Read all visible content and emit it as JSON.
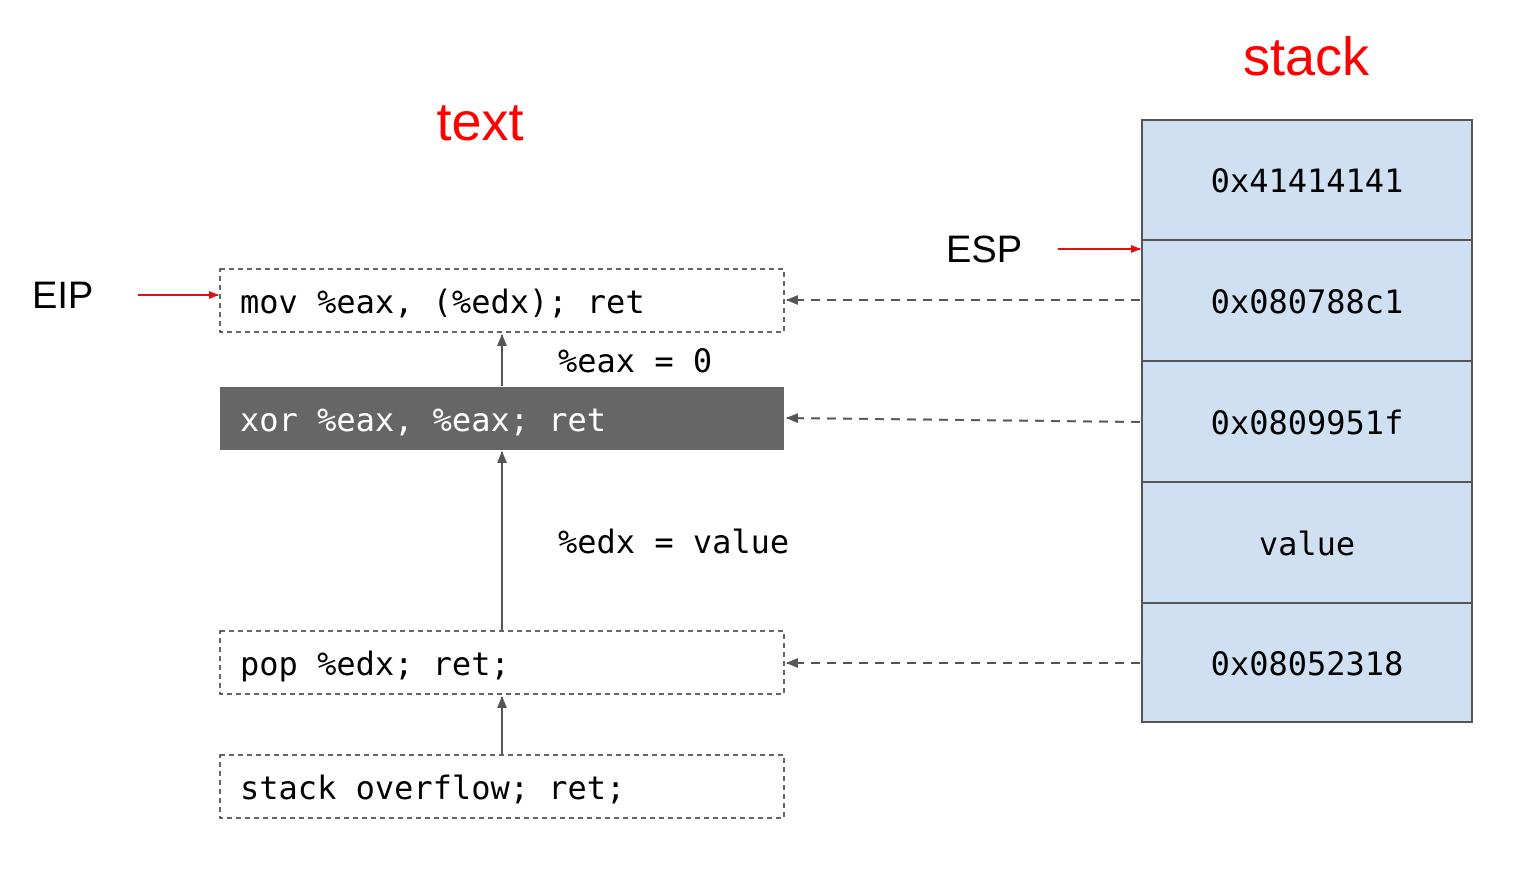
{
  "titles": {
    "text": "text",
    "stack": "stack"
  },
  "registers": {
    "eip": "EIP",
    "esp": "ESP"
  },
  "gadgets": [
    "mov %eax, (%edx); ret",
    "xor %eax, %eax; ret",
    "pop %edx; ret;",
    "stack overflow; ret;"
  ],
  "annotations": {
    "eax": "%eax = 0",
    "edx": "%edx = value"
  },
  "stack_cells": [
    "0x41414141",
    "0x080788c1",
    "0x0809951f",
    "value",
    "0x08052318"
  ],
  "colors": {
    "title": "#ff0000",
    "pointer_arrow": "#e01010",
    "active_gadget_fill": "#666666",
    "stack_cell_fill": "#cfe0f3",
    "stack_cell_border": "#555555",
    "dashed_border": "#333333",
    "flow_arrow": "#555555"
  }
}
